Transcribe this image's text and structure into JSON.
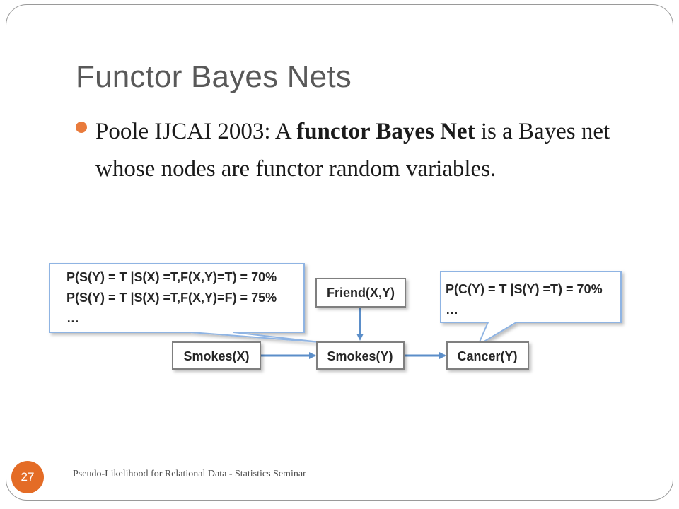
{
  "slide": {
    "title": "Functor Bayes Nets",
    "bullet": {
      "prefix": "Poole IJCAI 2003: A ",
      "bold": "functor Bayes Net",
      "suffix": " is a Bayes net whose nodes are functor random variables."
    },
    "footer": "Pseudo-Likelihood for Relational Data - Statistics Seminar",
    "slide_number": "27"
  },
  "diagram": {
    "nodes": {
      "friend": "Friend(X,Y)",
      "smokes_x": "Smokes(X)",
      "smokes_y": "Smokes(Y)",
      "cancer": "Cancer(Y)"
    },
    "notes": {
      "smokes": [
        "P(S(Y) = T |S(X) =T,F(X,Y)=T) = 70%",
        "P(S(Y) = T |S(X) =T,F(X,Y)=F) = 75%",
        "…"
      ],
      "cancer": [
        "P(C(Y) = T |S(Y) =T) = 70%",
        "…"
      ]
    }
  },
  "colors": {
    "accent": "#e46c26",
    "bullet": "#e97b3c",
    "edge": "#5b8ec9",
    "callout_border": "#8fb4e3",
    "node_border": "#7f7f7f"
  }
}
